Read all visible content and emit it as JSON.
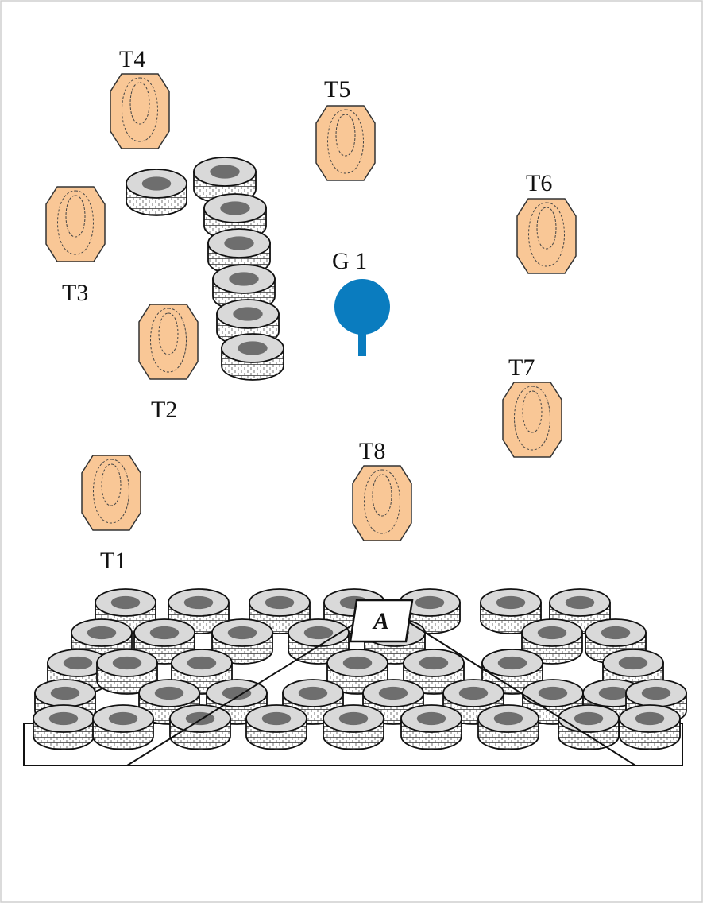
{
  "colors": {
    "target_fill": "#F9C796",
    "target_stroke": "#333333",
    "steel_fill": "#0A7CBF",
    "tire_side": "#FFFFFF",
    "tire_top": "#D9D9D9",
    "tire_hole": "#6E6E6E",
    "line": "#111111"
  },
  "targets": [
    {
      "id": "t1",
      "label": "T1"
    },
    {
      "id": "t2",
      "label": "T2"
    },
    {
      "id": "t3",
      "label": "T3"
    },
    {
      "id": "t4",
      "label": "T4"
    },
    {
      "id": "t5",
      "label": "T5"
    },
    {
      "id": "t6",
      "label": "T6"
    },
    {
      "id": "t7",
      "label": "T7"
    },
    {
      "id": "t8",
      "label": "T8"
    }
  ],
  "steel": {
    "label": "G 1"
  },
  "barricade": {
    "label": "A"
  }
}
